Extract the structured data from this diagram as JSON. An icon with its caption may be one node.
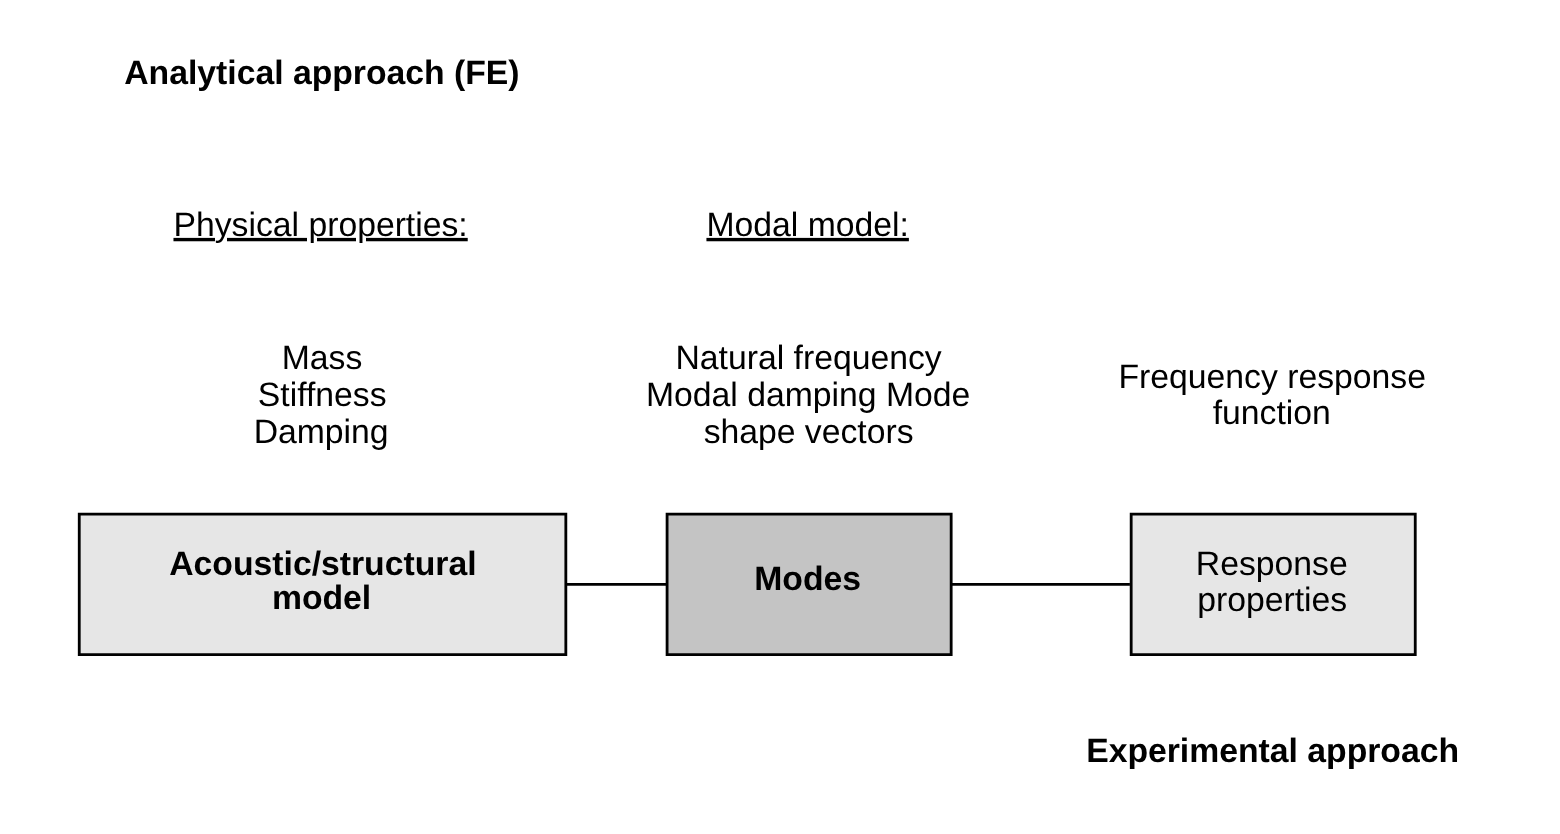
{
  "diagram": {
    "nodes": [
      {
        "text": [
          "Acoustic/structural model"
        ],
        "beside": [
          "Physical properties:",
          "Mass Stiffness Damping"
        ]
      },
      {
        "text": [
          "Modes"
        ],
        "beside": [
          "Modal model:",
          "Natural frequency Modal damping Mode shape vectors"
        ]
      },
      {
        "text": [
          "Response properties"
        ],
        "beside": [
          "Frequency response function"
        ]
      }
    ],
    "edges": [
      {
        "from": 0,
        "to": 1,
        "arrow": "none"
      },
      {
        "from": 1,
        "to": 2,
        "arrow": "none"
      }
    ],
    "labels": [
      "Analytical approach (FE)",
      "Experimental approach"
    ]
  }
}
